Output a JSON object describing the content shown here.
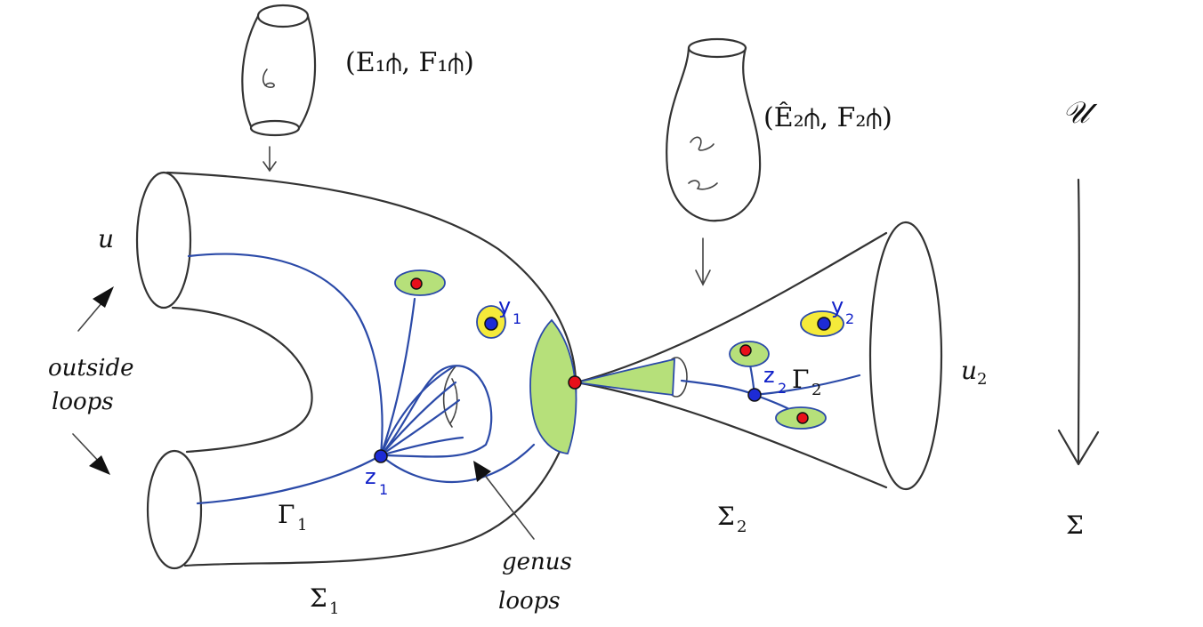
{
  "labels": {
    "top_left_pair": "(E₁⫛, F₁⫛)",
    "top_right_pair": "(Ê₂⫛, F₂⫛)",
    "script_u": "𝒰",
    "sigma": "Σ",
    "u": "u",
    "u2_base": "u",
    "u2_sub": "2",
    "outside_line1": "outside",
    "outside_line2": "loops",
    "genus_line1": "genus",
    "genus_line2": "loops",
    "sigma1_base": "Σ",
    "sigma1_sub": "1",
    "sigma2_base": "Σ",
    "sigma2_sub": "2",
    "gamma1_base": "Γ",
    "gamma1_sub": "1",
    "gamma2_base": "Γ",
    "gamma2_sub": "2",
    "z1_base": "z",
    "z1_sub": "1",
    "z2_base": "z",
    "z2_sub": "2",
    "y1_base": "y",
    "y1_sub": "1",
    "y2_base": "y",
    "y2_sub": "2"
  },
  "colors": {
    "curves": "#2b4aa8",
    "disk_green": "#b6e07a",
    "disk_yellow": "#f5ea3a",
    "marked_point_red": "#e8101a",
    "marked_point_blue": "#1d2bd6",
    "label_blue": "#1020c8"
  }
}
